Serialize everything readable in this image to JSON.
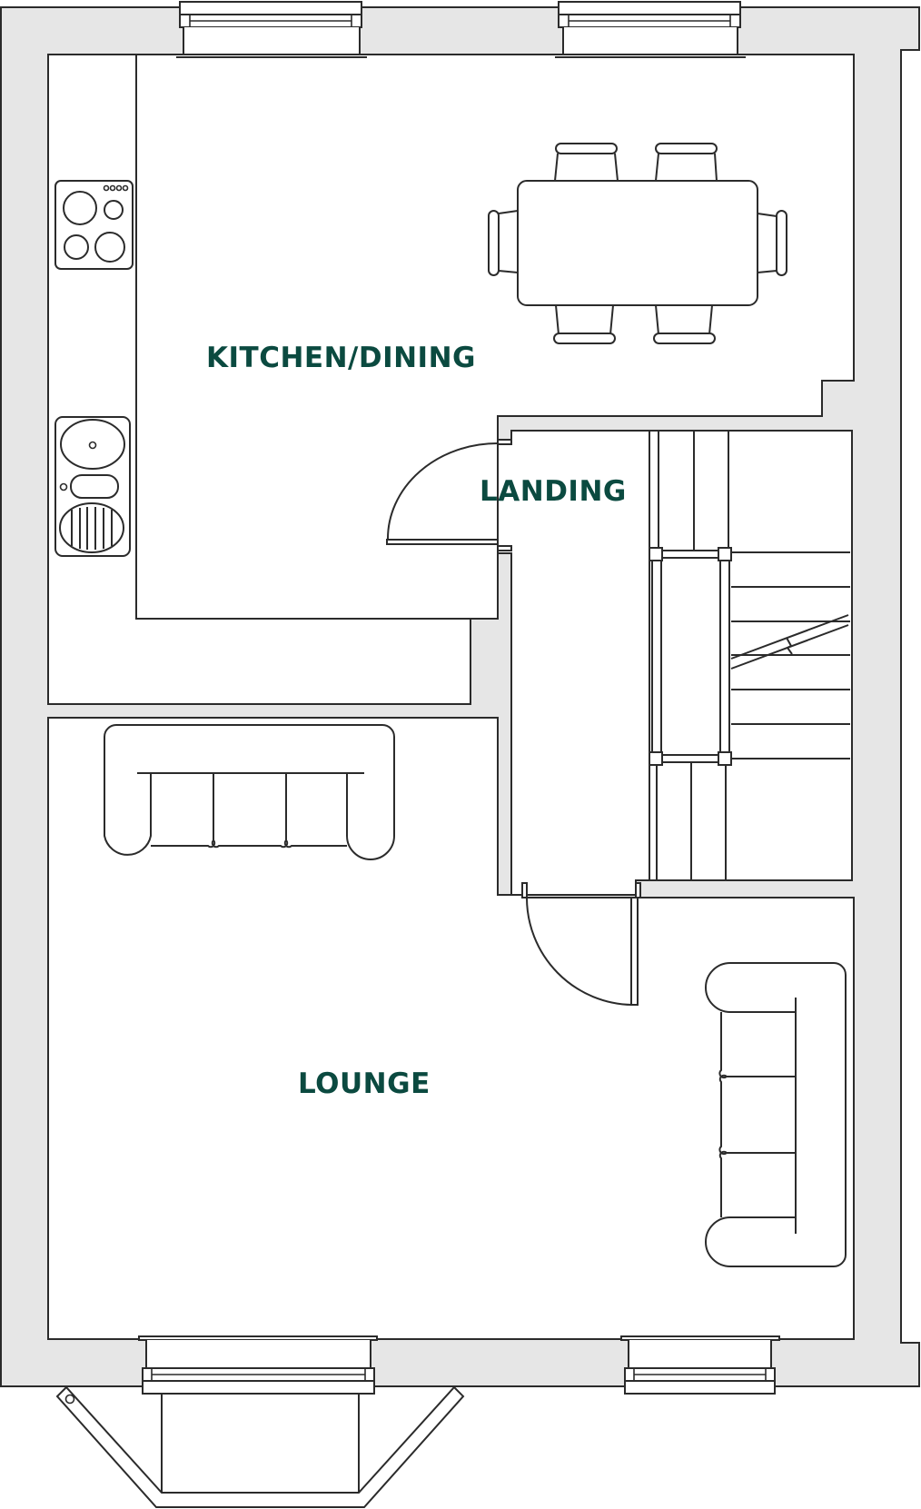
{
  "floorplan": {
    "rooms": [
      {
        "id": "kitchen-dining",
        "label": "KITCHEN/DINING"
      },
      {
        "id": "landing",
        "label": "LANDING"
      },
      {
        "id": "lounge",
        "label": "LOUNGE"
      }
    ],
    "fixtures": [
      "hob-icon",
      "sink-icon",
      "dining-table-icon",
      "sofa-icon",
      "sofa-icon",
      "staircase-icon",
      "bay-window-icon"
    ],
    "colors": {
      "label": "#0b4a40",
      "wall_fill": "#e6e6e6",
      "line": "#2b2b2b",
      "background": "#ffffff"
    }
  }
}
